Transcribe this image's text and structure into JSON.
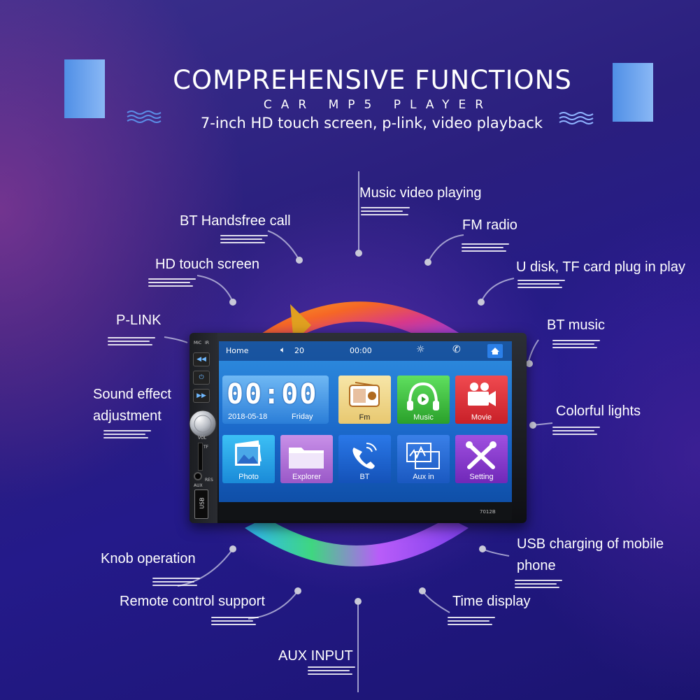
{
  "header": {
    "title": "COMPREHENSIVE FUNCTIONS",
    "subtitle": "CAR MP5 PLAYER",
    "tagline": "7-inch HD touch screen, p-link, video playback"
  },
  "features": {
    "music_video": "Music video playing",
    "bt_handsfree": "BT Handsfree call",
    "fm_radio": "FM radio",
    "hd_touch": "HD touch screen",
    "udisk": "U disk, TF card plug in play",
    "plink": "P-LINK",
    "bt_music": "BT music",
    "sound_effect_1": "Sound effect",
    "sound_effect_2": "adjustment",
    "colorful_lights": "Colorful lights",
    "knob": "Knob operation",
    "usb_charging_1": "USB charging of mobile",
    "usb_charging_2": "phone",
    "remote": "Remote control support",
    "time_display": "Time display",
    "aux_input": "AUX  INPUT"
  },
  "device": {
    "model": "7012B",
    "panel": {
      "mic": "MIC",
      "ir": "IR",
      "tf": "TF",
      "res": "RES",
      "aux": "AUX",
      "vol": "VOL",
      "usb": "USB"
    },
    "topbar": {
      "home": "Home",
      "volume": "20",
      "time": "00:00"
    },
    "clock": {
      "time": "00:00",
      "date": "2018-05-18",
      "day": "Friday"
    },
    "tiles": {
      "fm": "Fm",
      "music": "Music",
      "movie": "Movie",
      "photo": "Photo",
      "explorer": "Explorer",
      "bt": "BT",
      "aux_in": "Aux in",
      "setting": "Setting"
    }
  },
  "colors": {
    "background": "#2a1f7e",
    "accent_blue": "#4f8fe6",
    "fm_tile": "#f3d98a",
    "music_tile": "#3fbf3f",
    "movie_tile": "#e0303a",
    "photo_tile": "#28a8e8",
    "explorer_tile": "#b678d8",
    "bt_tile": "#1a5fd0",
    "aux_tile": "#2a6ad8",
    "setting_tile": "#8a3ad0"
  },
  "icons": [
    "wave-icon",
    "volume-icon",
    "brightness-icon",
    "phone-icon",
    "home-icon",
    "radio-icon",
    "headphones-icon",
    "camera-icon",
    "photo-icon",
    "folder-icon",
    "bt-phone-icon",
    "aux-icon",
    "wrench-icon"
  ]
}
